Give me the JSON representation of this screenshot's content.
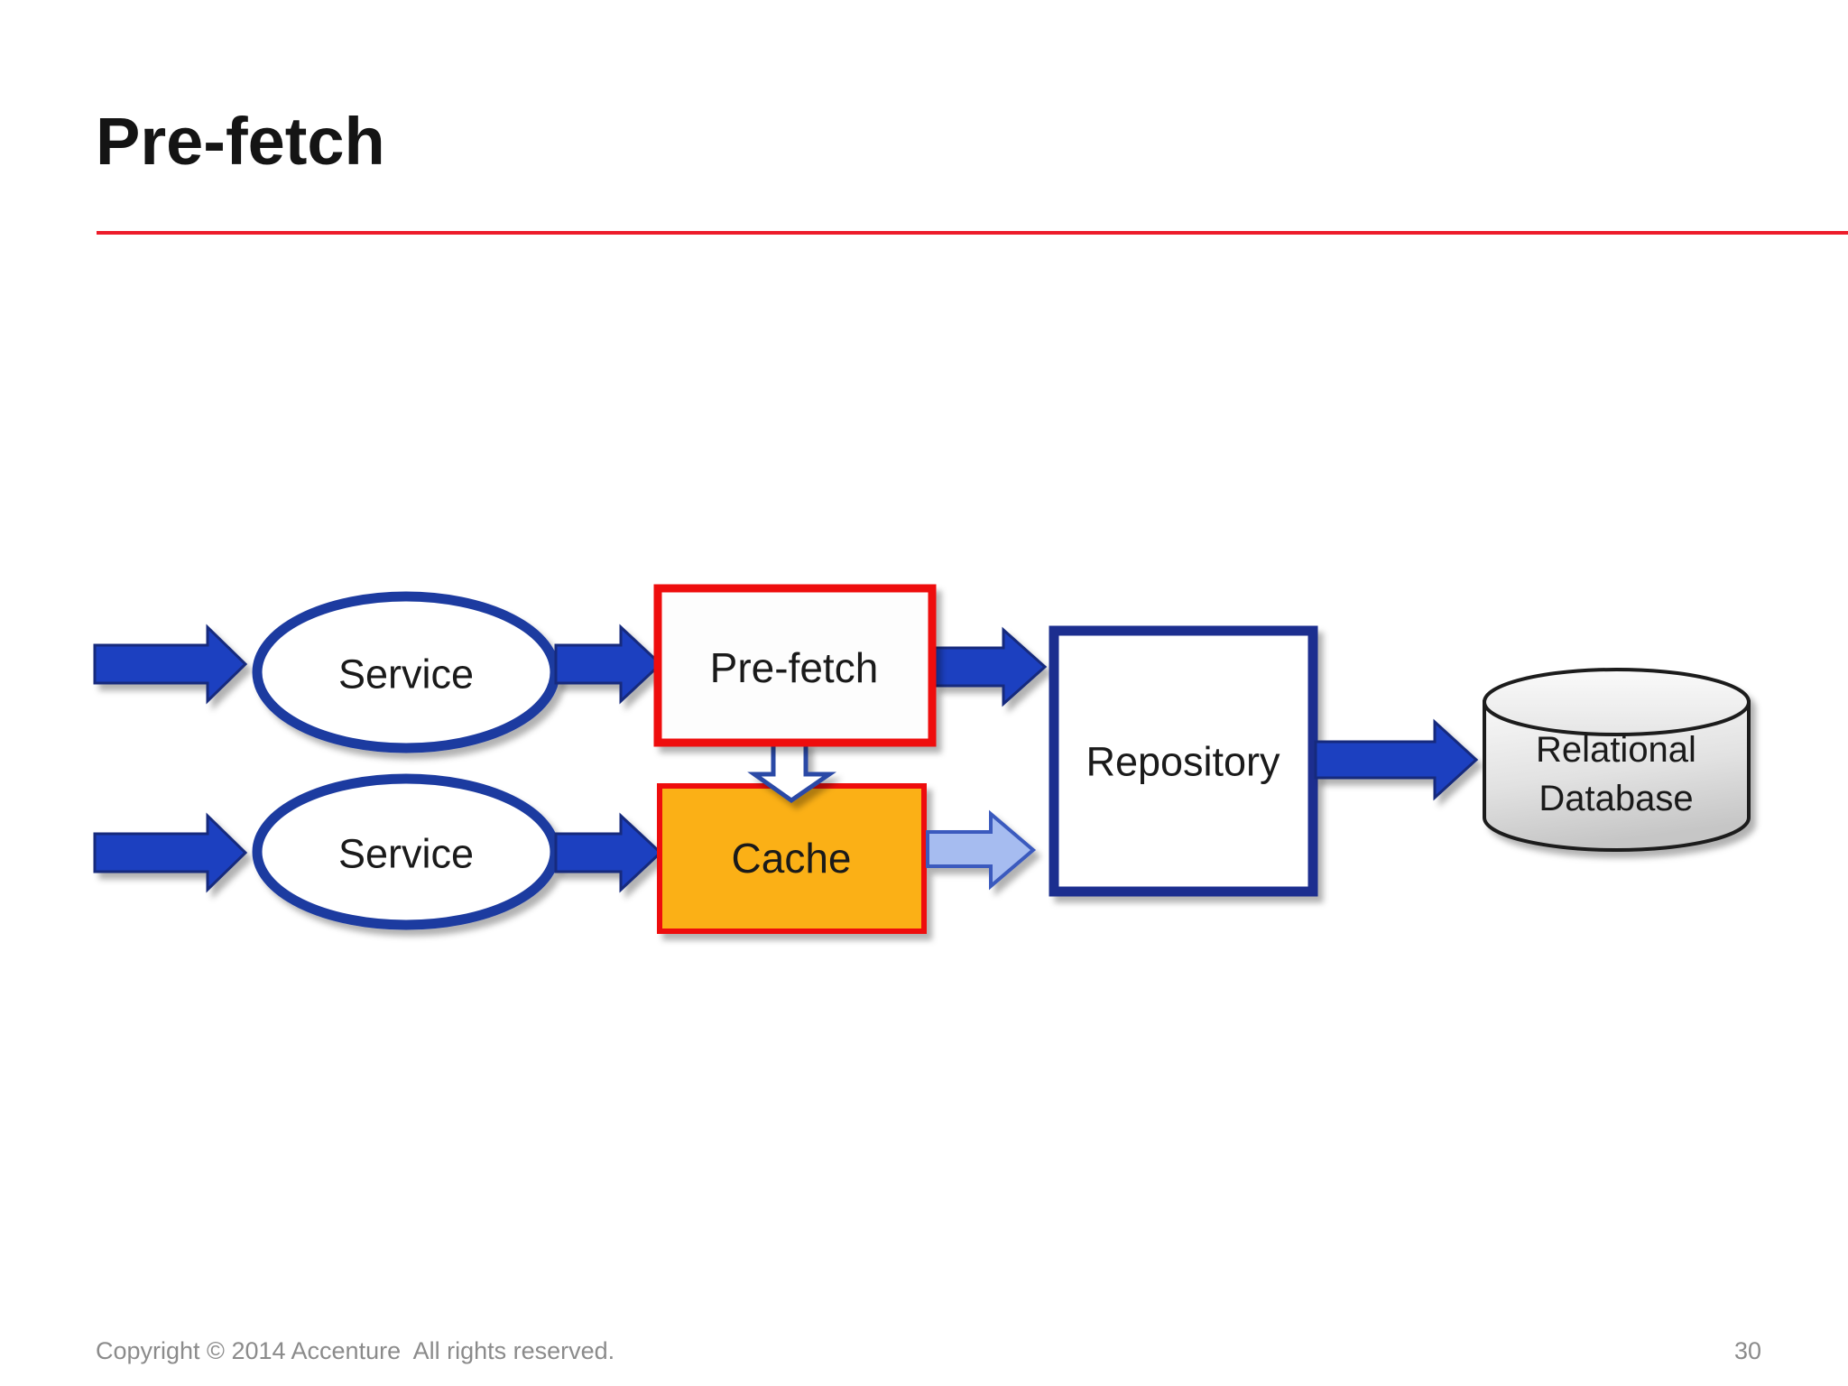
{
  "slide": {
    "title": "Pre-fetch",
    "footer": "Copyright © 2014 Accenture  All rights reserved.",
    "page_number": "30"
  },
  "diagram": {
    "nodes": {
      "service_top": {
        "label": "Service",
        "shape": "ellipse"
      },
      "service_bottom": {
        "label": "Service",
        "shape": "ellipse"
      },
      "prefetch": {
        "label": "Pre-fetch",
        "shape": "rect-red-border"
      },
      "cache": {
        "label": "Cache",
        "shape": "rect-orange"
      },
      "repository": {
        "label": "Repository",
        "shape": "rect-navy-border"
      },
      "database": {
        "label_line1": "Relational",
        "label_line2": "Database",
        "shape": "cylinder"
      }
    },
    "flow": [
      "in -> service_top -> prefetch -> repository",
      "in -> service_bottom -> cache -> repository",
      "prefetch -> cache (down arrow)",
      "repository -> database"
    ]
  },
  "colors": {
    "accent_red": "#ed1c2a",
    "box_border_red": "#ee1111",
    "arrow_blue_fill": "#1e3fc0",
    "arrow_blue_border": "#152a7d",
    "node_border_navy": "#1e3aa0",
    "repository_border_navy": "#1b2f8f",
    "cache_orange": "#fbb017",
    "light_arrow_fill": "#a6bcf0",
    "light_arrow_border": "#3a5abe",
    "down_arrow_border": "#2b4aa6",
    "cylinder_outline": "#1a1a1a",
    "footer_gray": "#8b8b8b",
    "title_black": "#141414"
  }
}
